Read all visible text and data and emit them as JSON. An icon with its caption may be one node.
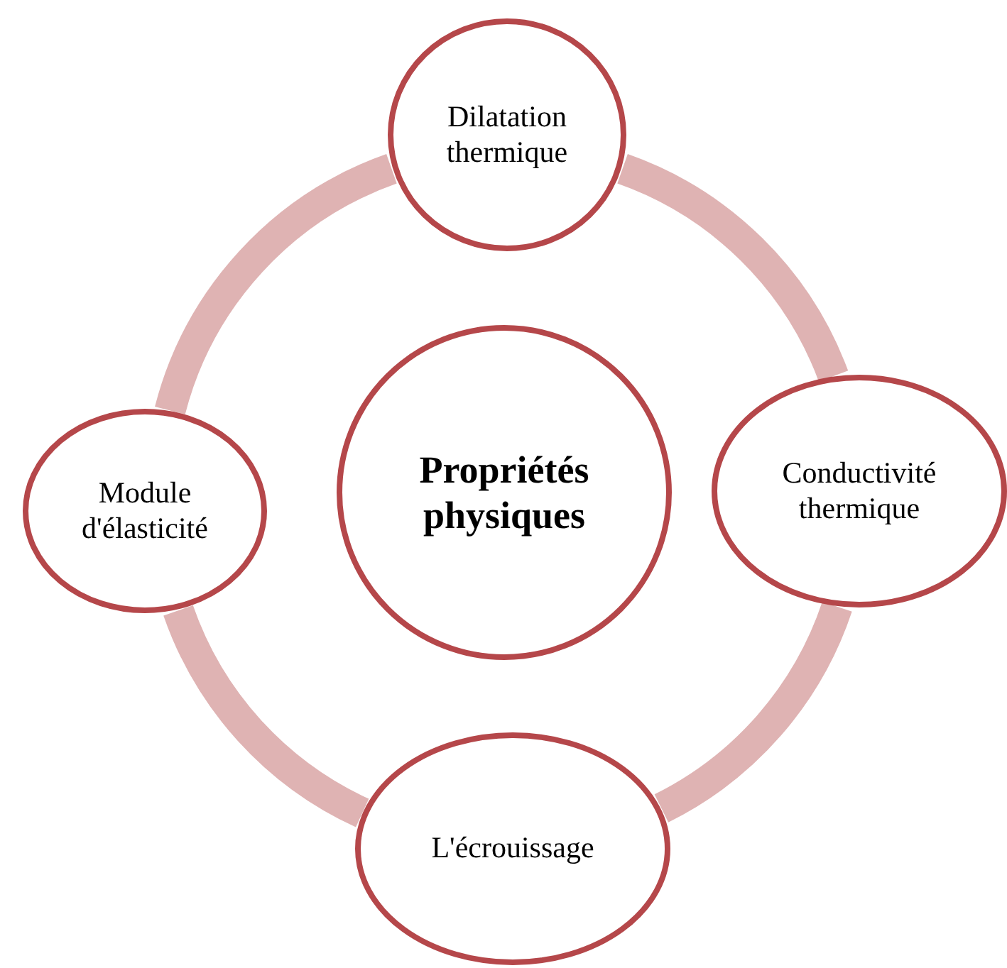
{
  "diagram": {
    "nodes": [
      {
        "text": [
          "Dilatation thermique"
        ]
      },
      {
        "text": [
          "Module d'élasticité"
        ]
      },
      {
        "text": [
          "Propriétés physiques"
        ]
      },
      {
        "text": [
          "Conductivité thermique"
        ]
      },
      {
        "text": [
          "L'écrouissage"
        ]
      }
    ],
    "edges": [
      {
        "from": 0,
        "to": 3,
        "arrow": "none"
      },
      {
        "from": 3,
        "to": 4,
        "arrow": "none"
      },
      {
        "from": 4,
        "to": 1,
        "arrow": "none"
      },
      {
        "from": 1,
        "to": 0,
        "arrow": "none"
      }
    ]
  }
}
